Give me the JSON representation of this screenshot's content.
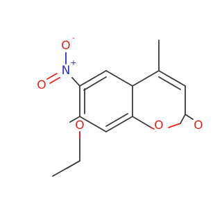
{
  "molecule": {
    "colors": {
      "bond": "#3a3a3a",
      "oxygen": "#e8231f",
      "nitrogen": "#2b2bd6",
      "background": "#ffffff"
    },
    "labels": {
      "nitro_oxygen_top": "O",
      "nitro_oxygen_top_charge": "-",
      "nitro_oxygen_left": "O",
      "nitro_nitrogen": "N",
      "nitro_nitrogen_charge": "+",
      "ethoxy_oxygen": "O",
      "ring_oxygen": "O",
      "carbonyl_oxygen": "O"
    }
  }
}
